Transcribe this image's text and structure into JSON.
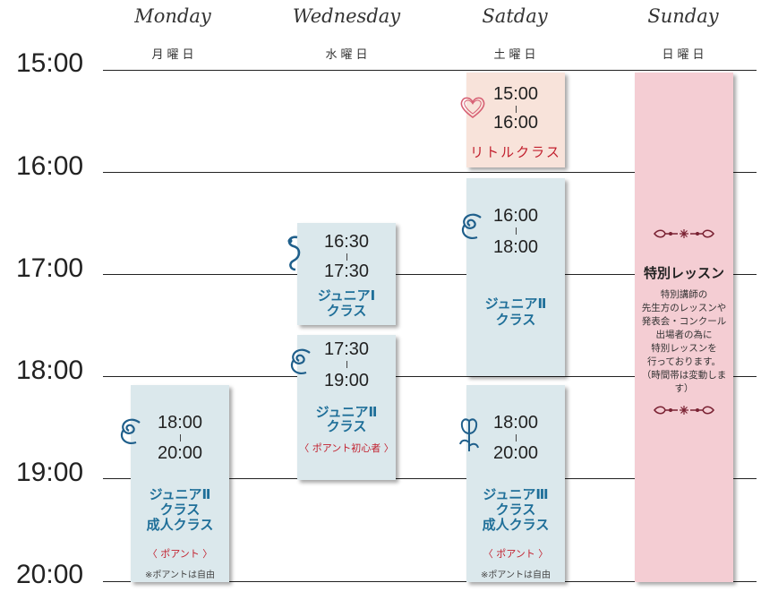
{
  "days": [
    {
      "en": "Monday",
      "jp": "月曜日"
    },
    {
      "en": "Wednesday",
      "jp": "水曜日"
    },
    {
      "en": "Satday",
      "jp": "土曜日"
    },
    {
      "en": "Sunday",
      "jp": "日曜日"
    }
  ],
  "hours": [
    "15:00",
    "16:00",
    "17:00",
    "18:00",
    "19:00",
    "20:00"
  ],
  "classes": {
    "mon_junior2": {
      "start": "18:00",
      "end": "20:00",
      "name_lines": [
        "ジュニアⅡ",
        "クラス",
        "成人クラス"
      ],
      "point": "〈 ポアント 〉",
      "note": "※ポアントは自由",
      "icon": "swirl-icon"
    },
    "wed_junior1": {
      "start": "16:30",
      "end": "17:30",
      "name_lines": [
        "ジュニアⅠ",
        "クラス"
      ],
      "icon": "ornate-s-icon"
    },
    "wed_junior2": {
      "start": "17:30",
      "end": "19:00",
      "name_lines": [
        "ジュニアⅡ",
        "クラス"
      ],
      "point": "〈 ポアント初心者 〉",
      "icon": "swirl-icon"
    },
    "sat_little": {
      "start": "15:00",
      "end": "16:00",
      "name": "リトルクラス",
      "icon": "heart-icon"
    },
    "sat_junior2": {
      "start": "16:00",
      "end": "18:00",
      "name_lines": [
        "ジュニアⅡ",
        "クラス"
      ],
      "icon": "swirl-icon"
    },
    "sat_junior3": {
      "start": "18:00",
      "end": "20:00",
      "name_lines": [
        "ジュニアⅢ",
        "クラス",
        "成人クラス"
      ],
      "point": "〈 ポアント 〉",
      "note": "※ポアントは自由",
      "icon": "tulip-icon"
    }
  },
  "special": {
    "title": "特別レッスン",
    "description": "特別講師の\n先生方のレッスンや\n発表会・コンクール\n出場者の為に\n特別レッスンを\n行っております。\n（時間帯は変動します）",
    "icon": "ornament-divider-icon"
  },
  "colors": {
    "class_blue": "#dbe8ec",
    "little_peach": "#f8e3da",
    "special_pink": "#f4cdd3",
    "class_name_text": "#1f6f99",
    "point_text": "#c2202e"
  }
}
